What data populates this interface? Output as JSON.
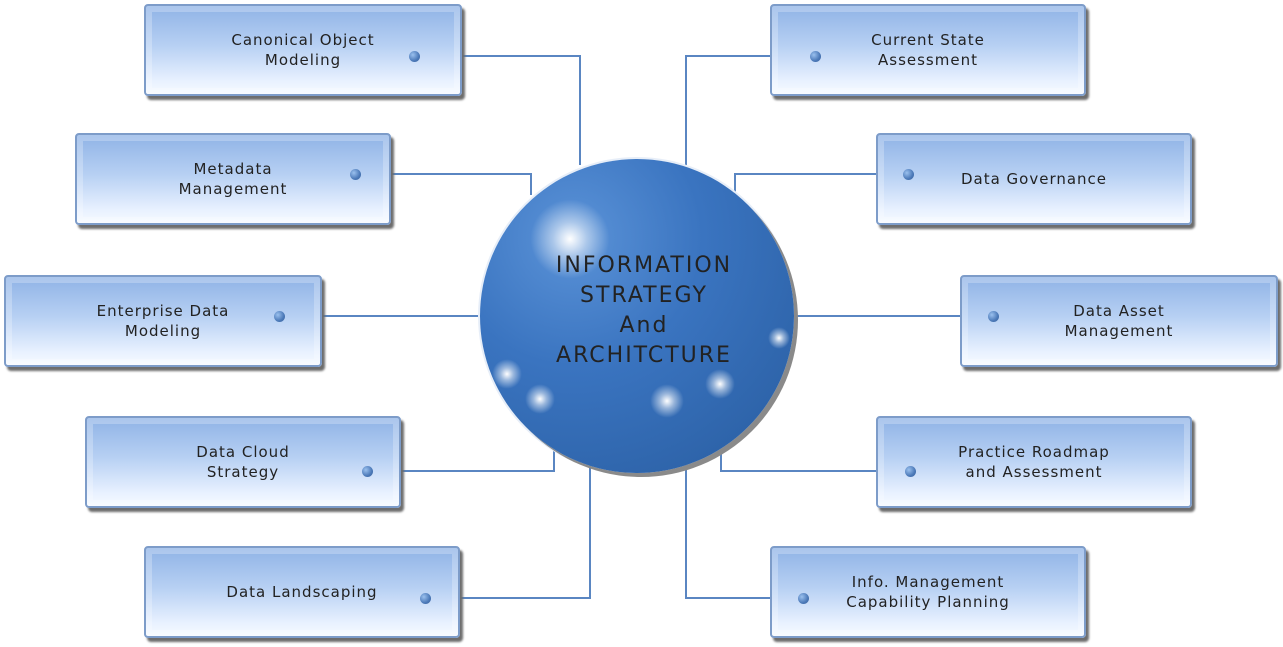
{
  "center": {
    "title": "INFORMATION\nSTRATEGY\nAnd\nARCHITCTURE"
  },
  "left_items": [
    {
      "label": "Canonical Object\nModeling"
    },
    {
      "label": "Metadata\nManagement"
    },
    {
      "label": "Enterprise Data\nModeling"
    },
    {
      "label": "Data Cloud\nStrategy"
    },
    {
      "label": "Data Landscaping"
    }
  ],
  "right_items": [
    {
      "label": "Current State\nAssessment"
    },
    {
      "label": "Data Governance"
    },
    {
      "label": "Data Asset\nManagement"
    },
    {
      "label": "Practice Roadmap\nand Assessment"
    },
    {
      "label": "Info. Management\nCapability Planning"
    }
  ],
  "colors": {
    "connector": "#4f7fbf",
    "hub": "#3a74c0"
  }
}
